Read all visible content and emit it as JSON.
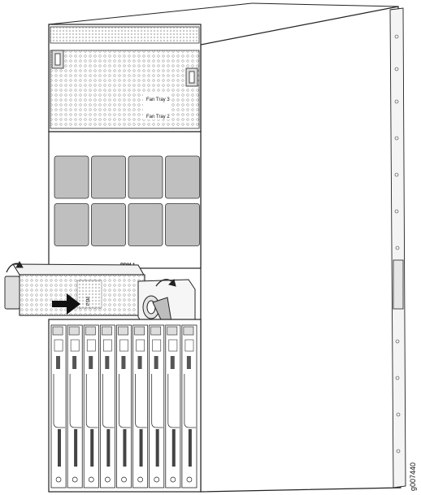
{
  "figure_id": "g007440",
  "fan_tray_labels": [
    "Fan Tray 3",
    "Fan Tray 2"
  ],
  "pdm_label": "PDM 1",
  "psm_label": "PSM",
  "line_card_count": 9,
  "filter_grid": {
    "rows": 2,
    "cols": 4
  }
}
